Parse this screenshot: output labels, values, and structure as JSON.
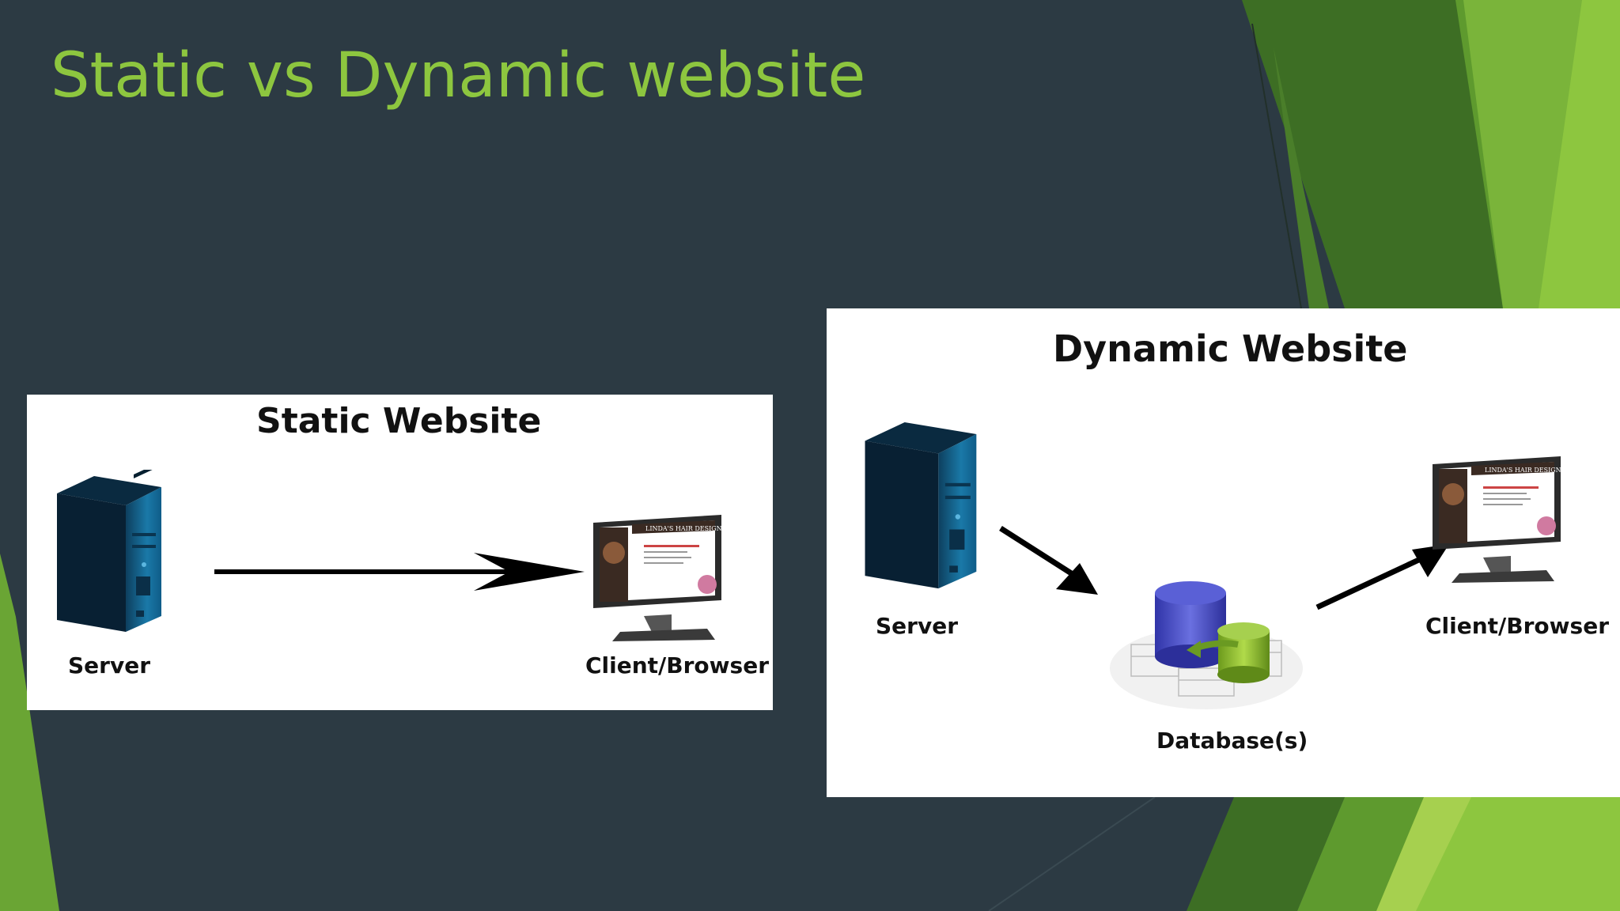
{
  "slide": {
    "title": "Static vs Dynamic website",
    "accent_color": "#8dc63f",
    "background_color": "#2c3a43"
  },
  "static_diagram": {
    "title": "Static Website",
    "server_label": "Server",
    "client_label": "Client/Browser"
  },
  "dynamic_diagram": {
    "title": "Dynamic Website",
    "server_label": "Server",
    "database_label": "Database(s)",
    "client_label": "Client/Browser"
  },
  "icons": {
    "server": "server-tower-icon",
    "client": "monitor-icon",
    "database": "database-cylinders-icon",
    "arrow": "arrow-right-icon"
  },
  "browser_page": {
    "header": "LINDA'S HAIR DESIGN"
  }
}
